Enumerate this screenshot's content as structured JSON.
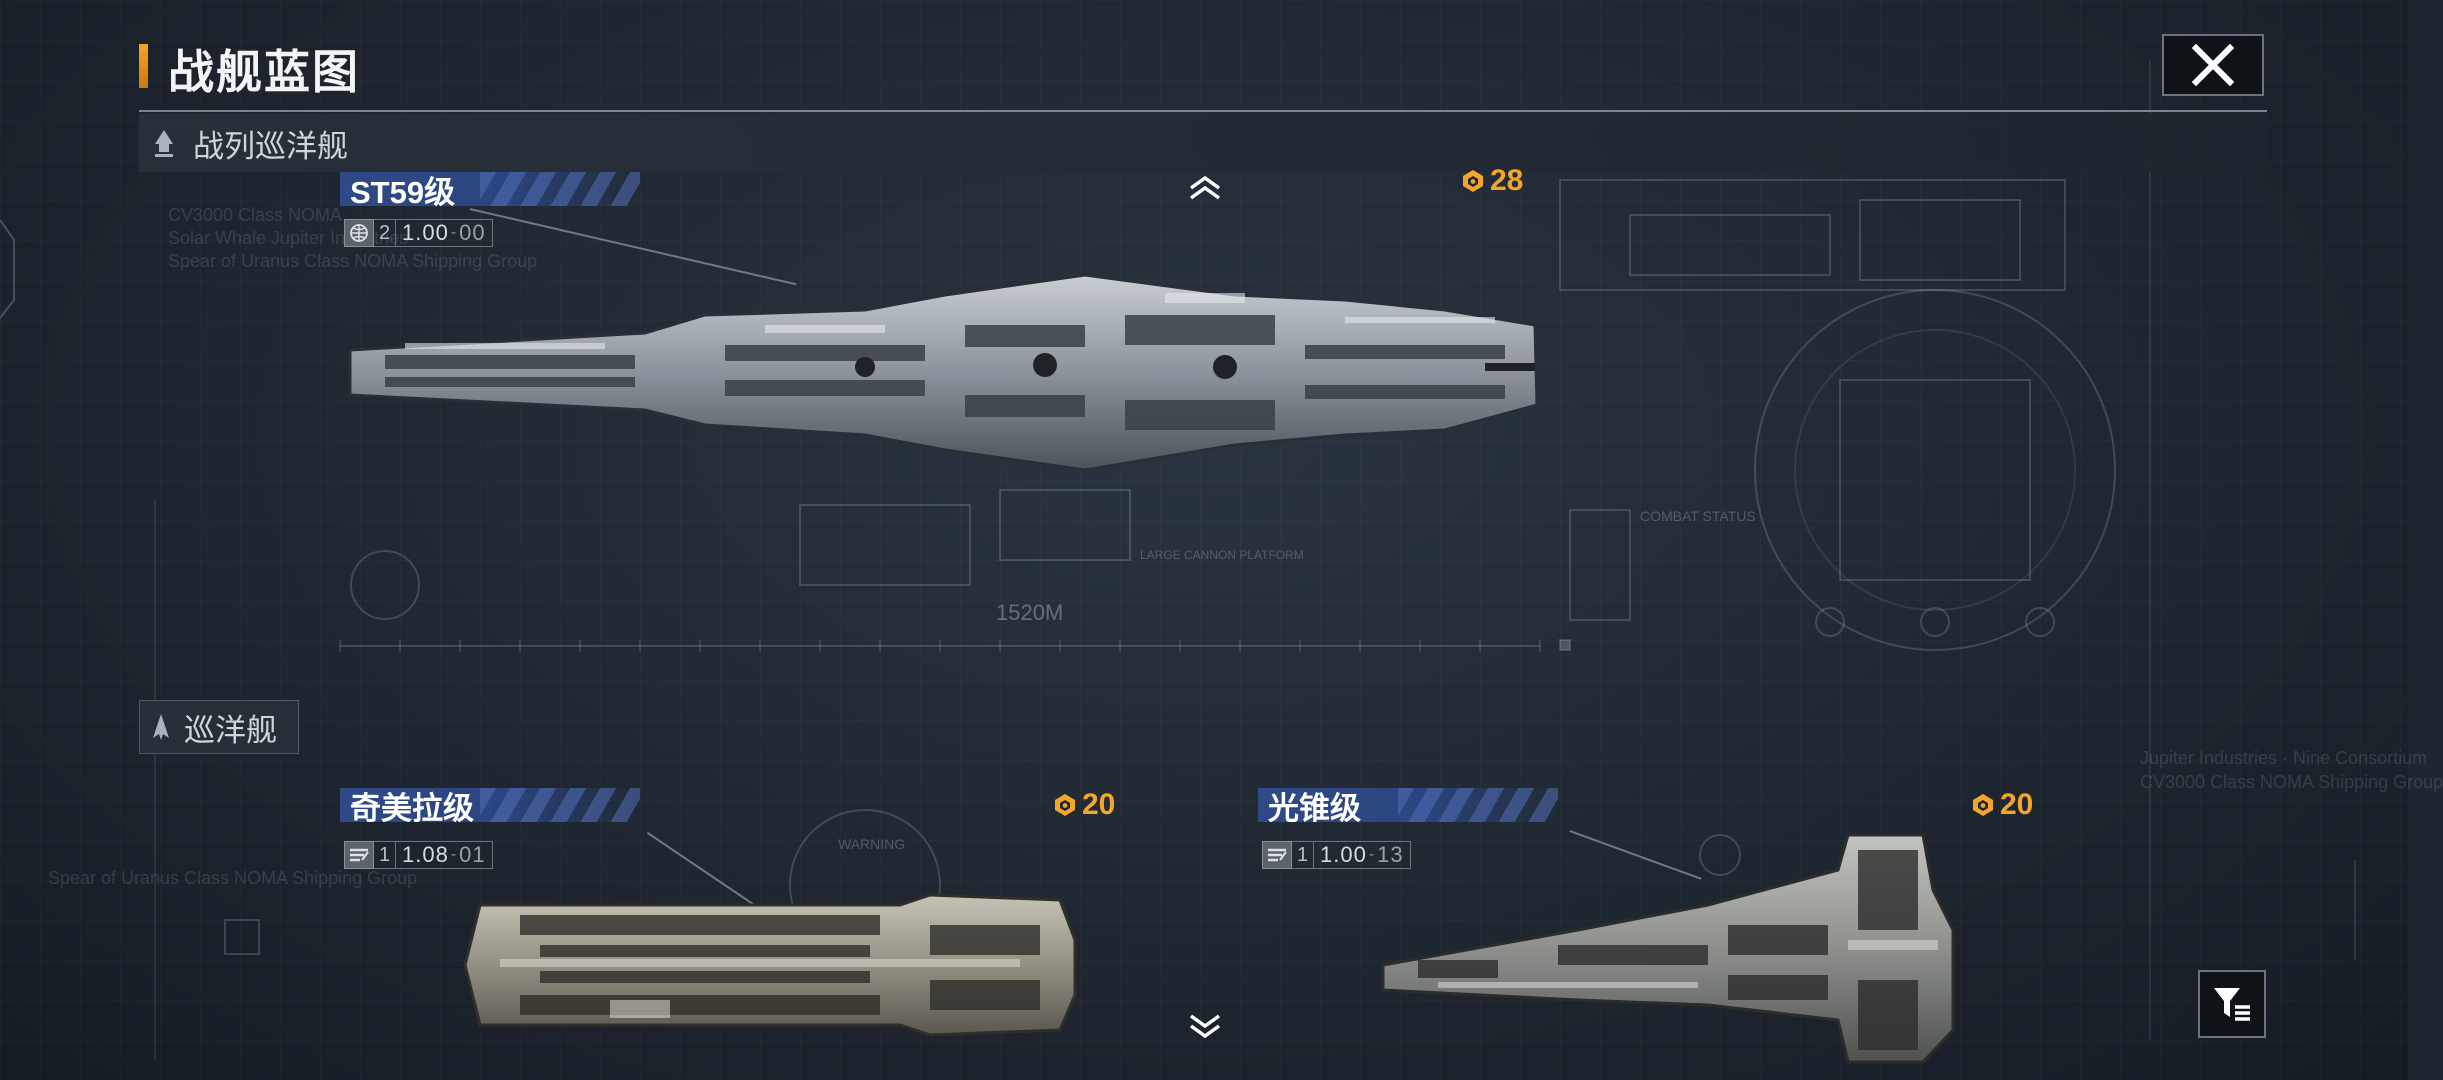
{
  "header": {
    "title": "战舰蓝图",
    "close_icon": "close-icon"
  },
  "categories": [
    {
      "label": "战列巡洋舰",
      "icon": "battlecruiser-icon",
      "ships": [
        {
          "name": "ST59级",
          "tier": "2",
          "version": "1.00",
          "version_suffix": "00",
          "cost": "28",
          "class_icon": "globe-icon"
        }
      ]
    },
    {
      "label": "巡洋舰",
      "icon": "cruiser-icon",
      "ships": [
        {
          "name": "奇美拉级",
          "tier": "1",
          "version": "1.08",
          "version_suffix": "01",
          "cost": "20",
          "class_icon": "manufacturer-icon"
        },
        {
          "name": "光锥级",
          "tier": "1",
          "version": "1.00",
          "version_suffix": "13",
          "cost": "20",
          "class_icon": "manufacturer-icon"
        }
      ]
    }
  ],
  "blueprint_text": {
    "scale": "1520M",
    "warning": "WARNING",
    "combat_status": "COMBAT STATUS",
    "cannon": "LARGE CANNON PLATFORM",
    "bg_1": "CV3000 Class NOMA",
    "bg_2": "Solar Whale Jupiter Industries",
    "bg_3": "Spear of Uranus Class NOMA Shipping Group",
    "bg_4": "Jupiter Industries · Nine Consortium",
    "bg_5": "CV3000 Class NOMA Shipping Group",
    "bg_6": "Spear of Uranus Class NOMA Shipping Group"
  },
  "icons": {
    "scroll_up": "chevron-up-icon",
    "scroll_down": "chevron-down-icon",
    "filter": "filter-icon",
    "cost": "resource-icon"
  },
  "colors": {
    "accent": "#f4a623",
    "cost": "#f3a62a",
    "name_bar": "#2f4a87",
    "background": "#1e2630"
  }
}
